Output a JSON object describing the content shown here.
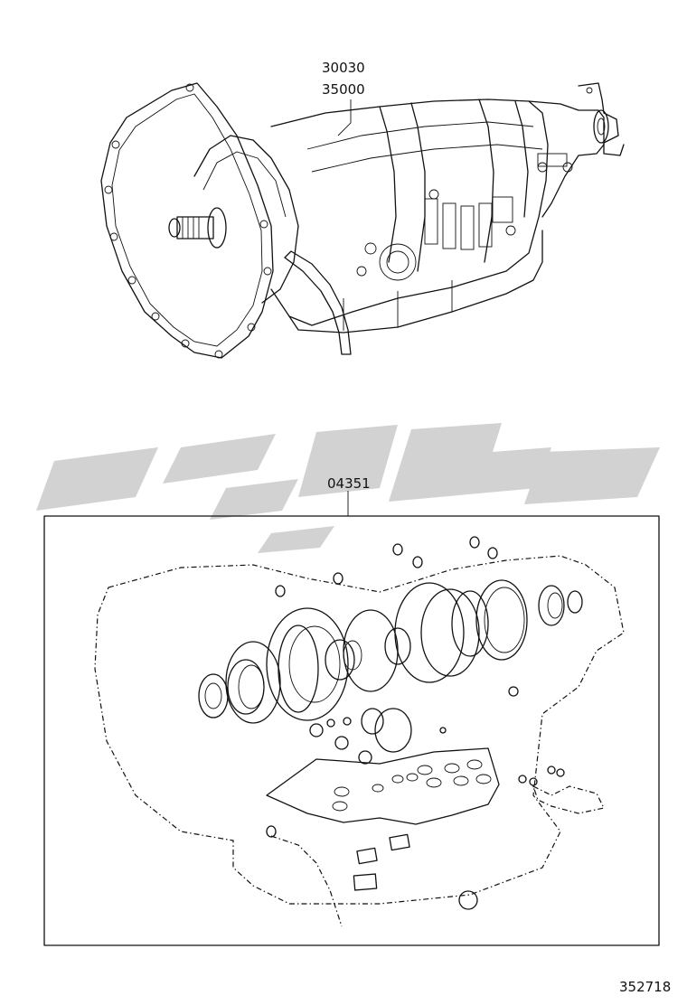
{
  "labels": {
    "part_assembly_1": "30030",
    "part_assembly_2": "35000",
    "gasket_kit": "04351",
    "illustration_number": "352718"
  },
  "colors": {
    "line": "#111111",
    "watermark": "#d2d2d2",
    "background": "#ffffff"
  },
  "watermark_icon": "arabic-logo-watermark"
}
